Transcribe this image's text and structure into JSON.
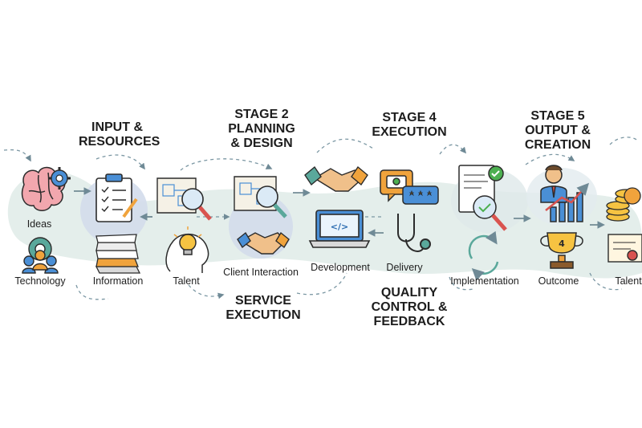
{
  "headings": {
    "input_resources": "INPUT &\nRESOURCES",
    "stage2": "STAGE 2\nPLANNING\n& DESIGN",
    "stage4": "STAGE 4\nEXECUTION",
    "stage5": "STAGE 5\nOUTPUT &\nCREATION",
    "service_execution": "SERVICE\nEXECUTION",
    "quality_control": "QUALITY\nCONTROL &\nFEEDBACK"
  },
  "labels": {
    "ideas": "Ideas",
    "technology": "Technology",
    "information": "Information",
    "talent": "Talent",
    "client_interaction": "Client Interaction",
    "development": "Development",
    "delivery": "Delivery",
    "implementation": "Implementation",
    "outcome": "Outcome",
    "talent_right": "Talent"
  },
  "icon_text": {
    "code_symbol": "</>",
    "trophy_number": "4"
  },
  "colors": {
    "accent_orange": "#f0a33c",
    "accent_blue": "#4a8fd6",
    "accent_teal": "#5aa89b",
    "accent_green": "#4caf50",
    "accent_red": "#d9534f",
    "blob_teal": "#dbe8e4",
    "blob_blue": "#d3dceb",
    "outline": "#2b2b2b"
  }
}
